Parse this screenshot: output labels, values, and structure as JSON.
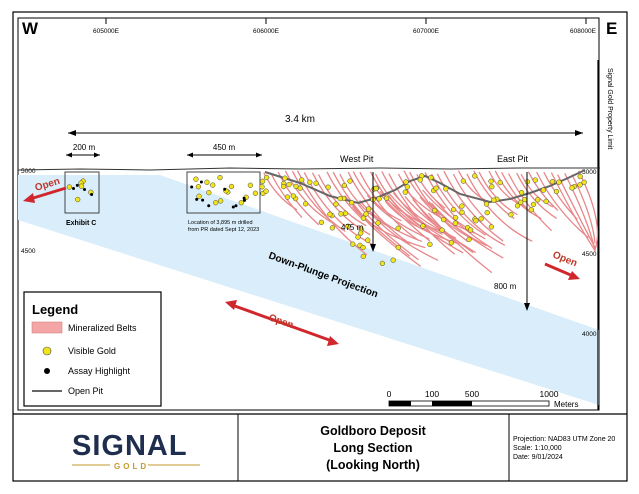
{
  "compass": {
    "west": "W",
    "east": "E"
  },
  "eastings": [
    "605000E",
    "606000E",
    "607000E",
    "608000E"
  ],
  "elevations": [
    "5000",
    "4500",
    "4500",
    "4000"
  ],
  "property_limit_label": "Signal Gold Property Limit",
  "dimensions": {
    "total_length": "3.4 km",
    "exhibit_width": "200 m",
    "drilled_zone_width": "450 m",
    "west_depth": "475 m",
    "east_depth": "800 m"
  },
  "labels": {
    "west_pit": "West Pit",
    "east_pit": "East Pit",
    "exhibit": "Exhibit C",
    "drill_note_line1": "Location of 3,895 m drilled",
    "drill_note_line2": "from PR dated Sept 12, 2023",
    "down_plunge": "Down-Plunge Projection",
    "open_left": "Open",
    "open_middle": "Open",
    "open_right": "Open"
  },
  "legend": {
    "title": "Legend",
    "items": [
      {
        "label": "Mineralized Belts",
        "color": "#f4a6a6"
      },
      {
        "label": "Visible Gold",
        "color": "#f2e41c"
      },
      {
        "label": "Assay Highlight",
        "color": "#000000"
      },
      {
        "label": "Open Pit",
        "color": "#666666"
      }
    ]
  },
  "scale_bar": {
    "ticks": [
      "0",
      "100",
      "500",
      "1000"
    ],
    "unit": "Meters"
  },
  "title_block": {
    "company_main": "SIGNAL",
    "company_sub": "GOLD",
    "title_line1": "Goldboro Deposit",
    "title_line2": "Long Section",
    "title_line3": "(Looking North)",
    "projection": "Projection: NAD83 UTM Zone 20",
    "scale": "Scale: 1:10,000",
    "date": "Date: 9/01/2024"
  },
  "colors": {
    "plunge_band": "#d9eefa",
    "belt": "#e8878a",
    "gold": "#f2e41c",
    "arrow_red": "#d0272d",
    "pit": "#666666",
    "navy": "#1f2d4e",
    "logo_gold": "#c49a2c"
  }
}
